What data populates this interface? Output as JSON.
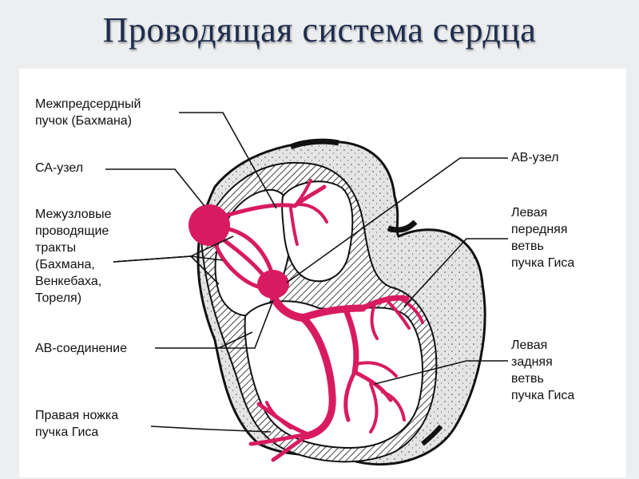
{
  "title": "Проводящая система сердца",
  "colors": {
    "conduction": "#d81b60",
    "wall_hatch": "#111111",
    "chamber_fill": "#ffffff",
    "outer_fill": "#e6e6e6",
    "background": "#eceef0",
    "title": "#1f2d4d"
  },
  "labels": {
    "interatrial_bundle": "Межпредсердный\nпучок (Бахмана)",
    "sa_node": "СА-узел",
    "internodal_tracts": "Межузловые\nпроводящие\nтракты\n(Бахмана,\nВенкебаха,\nТореля)",
    "av_junction": "АВ-соединение",
    "right_bundle_branch": "Правая ножка\nпучка Гиса",
    "av_node": "АВ-узел",
    "left_anterior_branch": "Левая\nпередняя\nветвь\nпучка Гиса",
    "left_posterior_branch": "Левая\nзадняя\nветвь\nпучка Гиса"
  }
}
